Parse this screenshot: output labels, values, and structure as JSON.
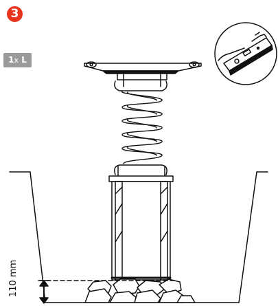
{
  "step": {
    "number": "3",
    "color": "#e8331d"
  },
  "quantity": {
    "count": "1",
    "separator": "x",
    "unit": "L",
    "color": "#9a9a9a"
  },
  "dimension": {
    "label": "110 mm"
  },
  "inset": {
    "tool": "spirit-level-icon"
  },
  "illustration": {
    "subject": "spring-mounted-post-in-hole",
    "line_color": "#111111"
  }
}
